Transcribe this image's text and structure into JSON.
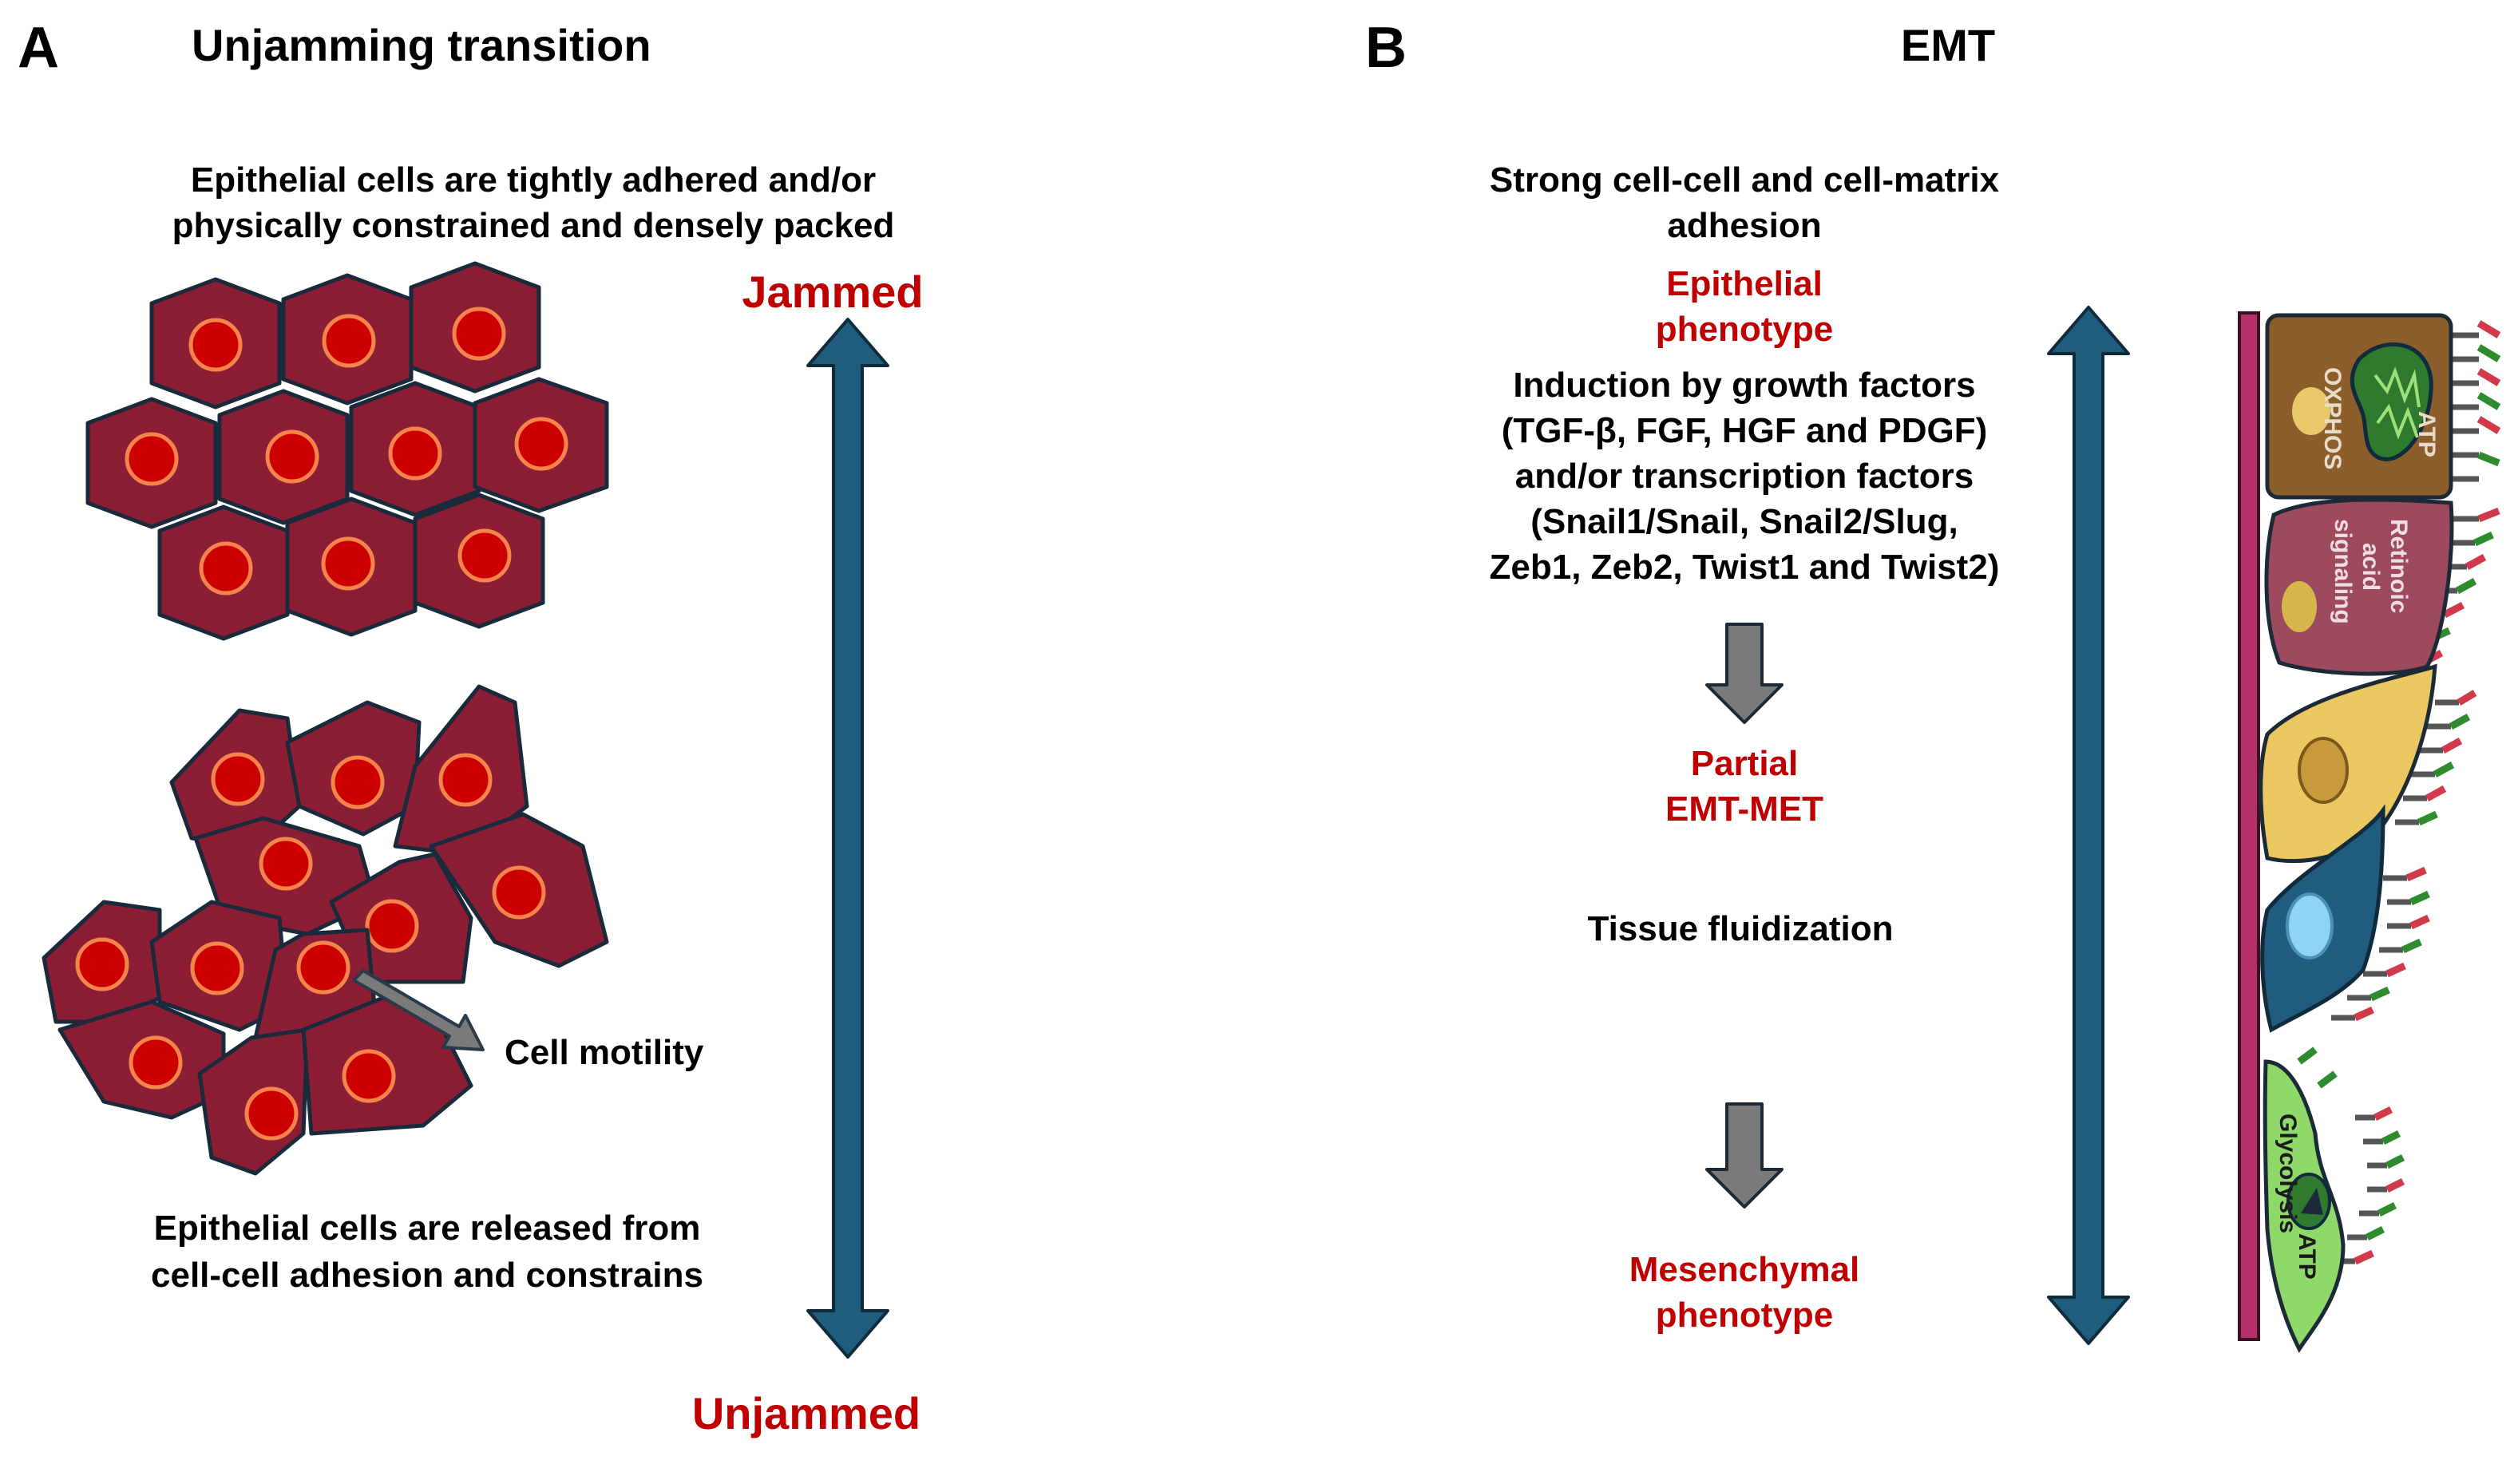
{
  "panel_a": {
    "letter": "A",
    "title": "Unjamming transition",
    "top_caption": [
      "Epithelial cells are tightly adhered and/or",
      "physically constrained and densely packed"
    ],
    "jammed_label": "Jammed",
    "unjammed_label": "Unjammed",
    "motility_label": "Cell motility",
    "bottom_caption": [
      "Epithelial cells are released from",
      "cell-cell adhesion and constrains"
    ]
  },
  "panel_b": {
    "letter": "B",
    "title": "EMT",
    "adhesion_text": [
      "Strong cell-cell and cell-matrix",
      "adhesion"
    ],
    "epithelial_label": [
      "Epithelial",
      "phenotype"
    ],
    "induction_text": [
      "Induction by growth factors",
      "(TGF-β, FGF, HGF and PDGF)",
      "and/or transcription factors",
      "(Snail1/Snail, Snail2/Slug,",
      "Zeb1, Zeb2, Twist1 and Twist2)"
    ],
    "partial_label": [
      "Partial",
      "EMT-MET"
    ],
    "fluidization_text": "Tissue fluidization",
    "mesenchymal_label": [
      "Mesenchymal",
      "phenotype"
    ],
    "cell_labels": {
      "atp_top": "ATP",
      "oxphos": "OXPHOS",
      "retinoic": [
        "Retinoic",
        "acid",
        "signaling"
      ],
      "glycolysis": "Glycolysis",
      "atp_bottom": "ATP"
    }
  },
  "colors": {
    "cell_fill": "#8B1E35",
    "nucleus": "#CC0000",
    "nucleus_ring": "#F5844A",
    "arrow": "#1F5C7E",
    "accent_red": "#C00000",
    "flow_arrow": "#7A7A7A",
    "membrane": "#B5316A"
  },
  "icons": [
    "double-arrow-icon",
    "down-arrow-icon",
    "motility-arrow-icon"
  ]
}
